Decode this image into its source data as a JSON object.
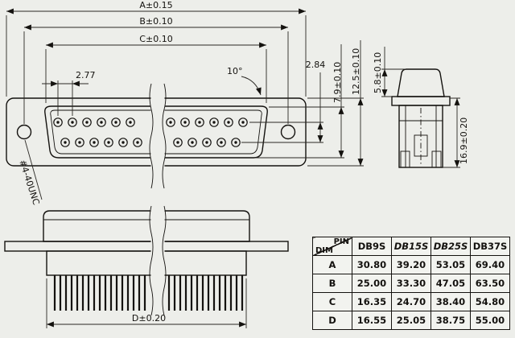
{
  "drawing": {
    "dim_a": "A±0.15",
    "dim_b": "B±0.10",
    "dim_c": "C±0.10",
    "dim_d": "D±0.20",
    "pin_pitch": "2.77",
    "face_angle": "10°",
    "row_spacing": "2.84",
    "face_height": "7.9±0.10",
    "flange_height": "12.5±0.10",
    "mating_depth": "5.8±0.10",
    "overall_height": "16.9±0.20",
    "thread_callout": "#4-40UNC"
  },
  "table": {
    "corner_top_label": "PIN",
    "corner_bottom_label": "DIM",
    "columns": [
      "DB9S",
      "DB15S",
      "DB25S",
      "DB37S"
    ],
    "rows": [
      {
        "dim": "A",
        "values": [
          "30.80",
          "39.20",
          "53.05",
          "69.40"
        ]
      },
      {
        "dim": "B",
        "values": [
          "25.00",
          "33.30",
          "47.05",
          "63.50"
        ]
      },
      {
        "dim": "C",
        "values": [
          "16.35",
          "24.70",
          "38.40",
          "54.80"
        ]
      },
      {
        "dim": "D",
        "values": [
          "16.55",
          "25.05",
          "38.75",
          "55.00"
        ]
      }
    ]
  }
}
